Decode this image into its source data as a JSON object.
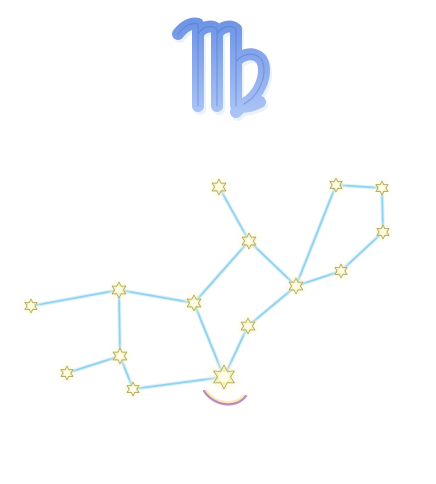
{
  "symbol": {
    "name": "virgo-zodiac-symbol",
    "colors": {
      "top": "#6f95e6",
      "bottom": "#a9c3f5",
      "shadow": "#c7d9ff"
    }
  },
  "constellation": {
    "colors": {
      "line": "#8fd2f0",
      "line_shadow": "#c7e9f7",
      "star_fill": "#f6f3b0",
      "star_glow": "#fff7cf",
      "star_stroke": "#a9a36a",
      "moon": "#b78bc7",
      "moon_glow": "#ffe4a8"
    },
    "stars": [
      {
        "id": "s1",
        "size": "small"
      },
      {
        "id": "s2",
        "size": "small"
      },
      {
        "id": "s3",
        "size": "small"
      },
      {
        "id": "s4",
        "size": "small"
      },
      {
        "id": "s5",
        "size": "small"
      },
      {
        "id": "s6",
        "size": "small"
      },
      {
        "id": "s7",
        "size": "small"
      },
      {
        "id": "s8",
        "size": "small"
      },
      {
        "id": "s9",
        "size": "small"
      },
      {
        "id": "s10",
        "size": "small"
      },
      {
        "id": "s11",
        "size": "small"
      },
      {
        "id": "s12",
        "size": "small"
      },
      {
        "id": "s13",
        "size": "small"
      },
      {
        "id": "s14",
        "size": "small"
      },
      {
        "id": "s15",
        "size": "large"
      }
    ],
    "connections": [
      [
        "s1",
        "s2"
      ],
      [
        "s2",
        "s3"
      ],
      [
        "s3",
        "s4"
      ],
      [
        "s4",
        "s5"
      ],
      [
        "s5",
        "s6"
      ],
      [
        "s6",
        "s7"
      ],
      [
        "s7",
        "s8"
      ],
      [
        "s6",
        "s9"
      ],
      [
        "s9",
        "s10"
      ],
      [
        "s10",
        "s11"
      ],
      [
        "s11",
        "s15"
      ],
      [
        "s15",
        "s12"
      ],
      [
        "s12",
        "s13"
      ],
      [
        "s13",
        "s2"
      ],
      [
        "s13",
        "s14"
      ],
      [
        "s14",
        "s3"
      ]
    ],
    "moon": {
      "name": "crescent-moon"
    }
  }
}
